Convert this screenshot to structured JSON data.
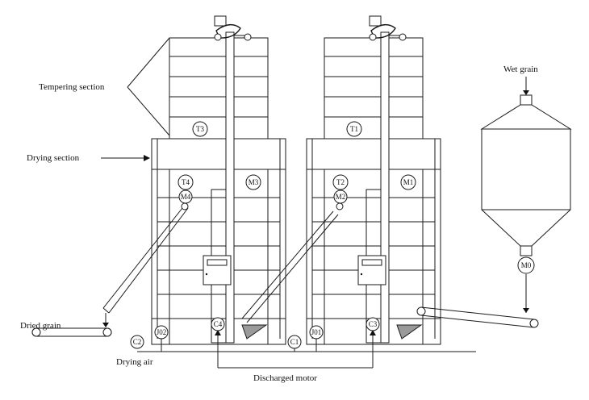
{
  "labels": {
    "tempering_section": "Tempering section",
    "drying_section": "Drying section",
    "dried_grain": "Dried grain",
    "drying_air": "Drying air",
    "discharged_motor": "Discharged motor",
    "wet_grain": "Wet grain"
  },
  "tags": {
    "T1": "T1",
    "T2": "T2",
    "T3": "T3",
    "T4": "T4",
    "M0": "M0",
    "M1": "M1",
    "M2": "M2",
    "M3": "M3",
    "M4": "M4",
    "C1": "C1",
    "C2": "C2",
    "C3": "C3",
    "C4": "C4",
    "J01": "J01",
    "J02": "J02"
  }
}
